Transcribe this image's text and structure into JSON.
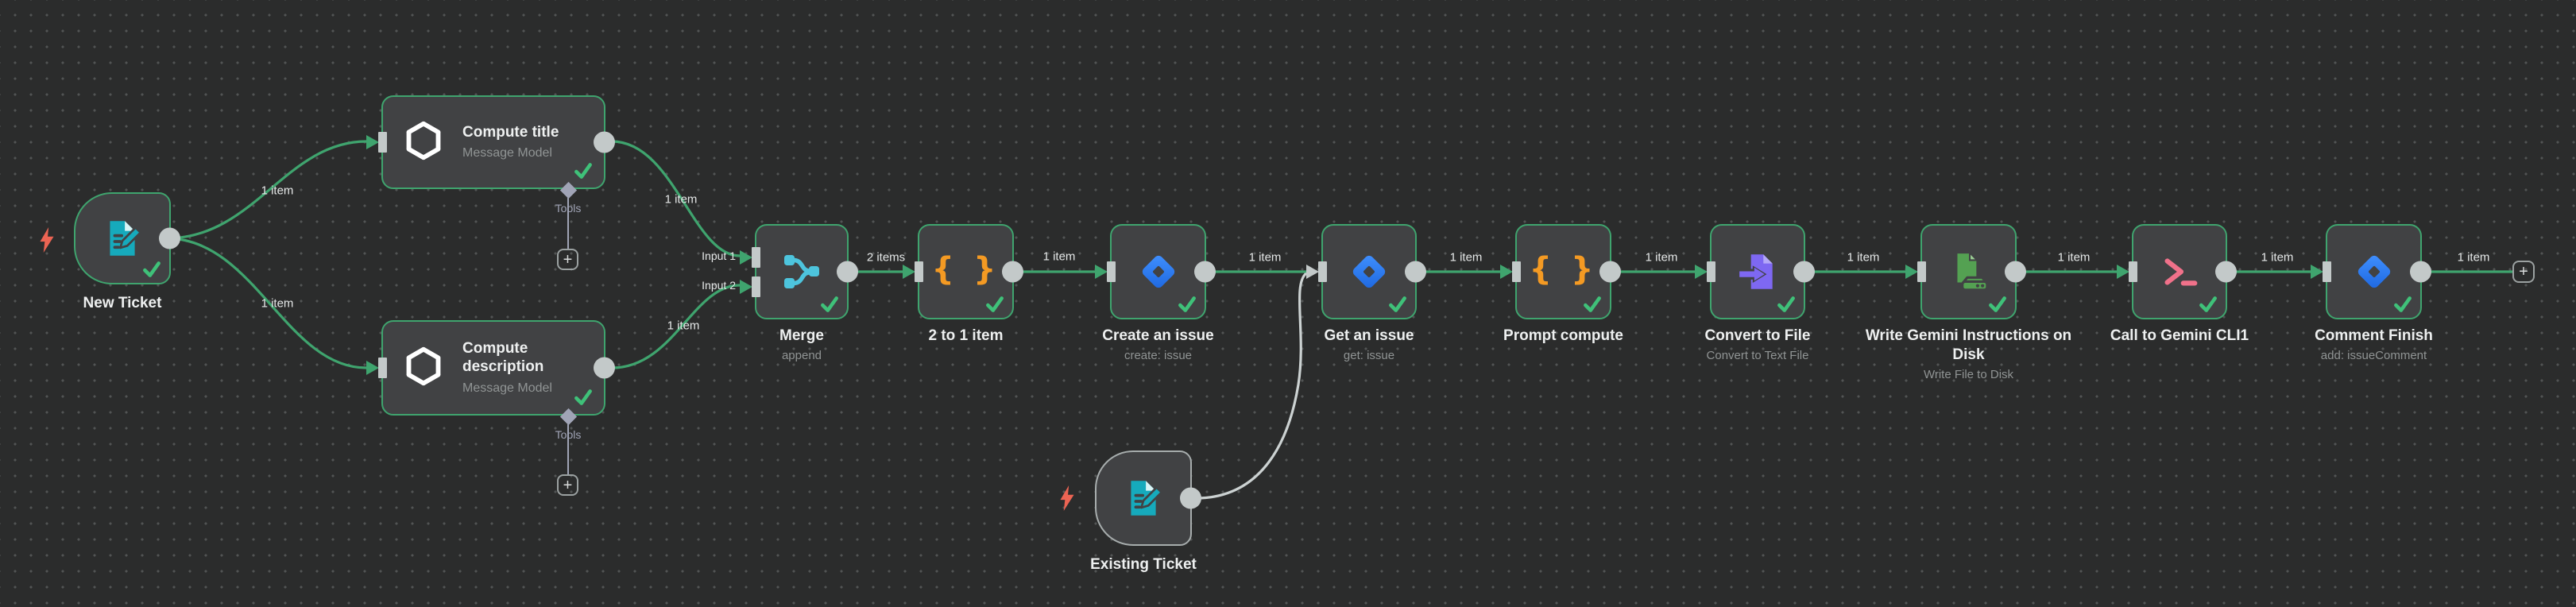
{
  "colors": {
    "canvas_bg": "#2b2c2c",
    "grid_dot": "#525454",
    "node_bg": "#414244",
    "success": "#3fa46e",
    "check": "#3fc179",
    "idle_border": "#a7adad",
    "connector": "#c3c9c9",
    "inactive_link": "#ccd2d2",
    "label_text": "#e6e9e9",
    "title_text": "#eef0f0",
    "subtitle_text": "#909494",
    "tools": "#a0a4b6",
    "plus_border": "#9ba1a1",
    "bolt": "#ec6453",
    "form_icon": "#16aabc",
    "merge_icon": "#4dc4dd",
    "code_icon": "#f49a23",
    "jira_blue_light": "#4090ff",
    "jira_blue_dark": "#1e68e0",
    "file_convert": "#7e68f2",
    "file_convert_fold": "#b4a8f8",
    "file_write": "#54a152",
    "file_write_fold": "#9bcf94",
    "terminal_pink": "#f0718a"
  },
  "icons": {
    "code_glyph": "{ }",
    "plus_glyph": "+"
  },
  "edge_labels": {
    "one_item": "1 item",
    "two_items": "2 items",
    "input_1": "Input 1",
    "input_2": "Input 2",
    "tools": "Tools"
  },
  "nodes": [
    {
      "id": "new-ticket",
      "title": "New Ticket",
      "icon": "form-trigger-icon",
      "state": "success"
    },
    {
      "id": "compute-title",
      "title": "Compute title",
      "subtitle": "Message Model",
      "icon": "openai-icon",
      "state": "success"
    },
    {
      "id": "compute-description",
      "title": "Compute description",
      "subtitle": "Message Model",
      "icon": "openai-icon",
      "state": "success"
    },
    {
      "id": "merge",
      "title": "Merge",
      "subtitle": "append",
      "icon": "merge-icon",
      "state": "success"
    },
    {
      "id": "two-to-one-item",
      "title": "2 to 1 item",
      "icon": "code-icon",
      "state": "success"
    },
    {
      "id": "create-an-issue",
      "title": "Create an issue",
      "subtitle": "create: issue",
      "icon": "jira-icon",
      "state": "success"
    },
    {
      "id": "get-an-issue",
      "title": "Get an issue",
      "subtitle": "get: issue",
      "icon": "jira-icon",
      "state": "success"
    },
    {
      "id": "prompt-compute",
      "title": "Prompt compute",
      "icon": "code-icon",
      "state": "success"
    },
    {
      "id": "convert-to-file",
      "title": "Convert to File",
      "subtitle": "Convert to Text File",
      "icon": "file-convert-icon",
      "state": "success"
    },
    {
      "id": "write-gemini-instructions-on-disk",
      "title": "Write Gemini Instructions on Disk",
      "subtitle": "Write File to Disk",
      "icon": "file-write-icon",
      "state": "success"
    },
    {
      "id": "call-to-gemini-cli1",
      "title": "Call to Gemini CLI1",
      "icon": "terminal-icon",
      "state": "success"
    },
    {
      "id": "comment-finish",
      "title": "Comment Finish",
      "subtitle": "add: issueComment",
      "icon": "jira-icon",
      "state": "success"
    },
    {
      "id": "existing-ticket",
      "title": "Existing Ticket",
      "icon": "form-trigger-icon",
      "state": "idle"
    }
  ]
}
